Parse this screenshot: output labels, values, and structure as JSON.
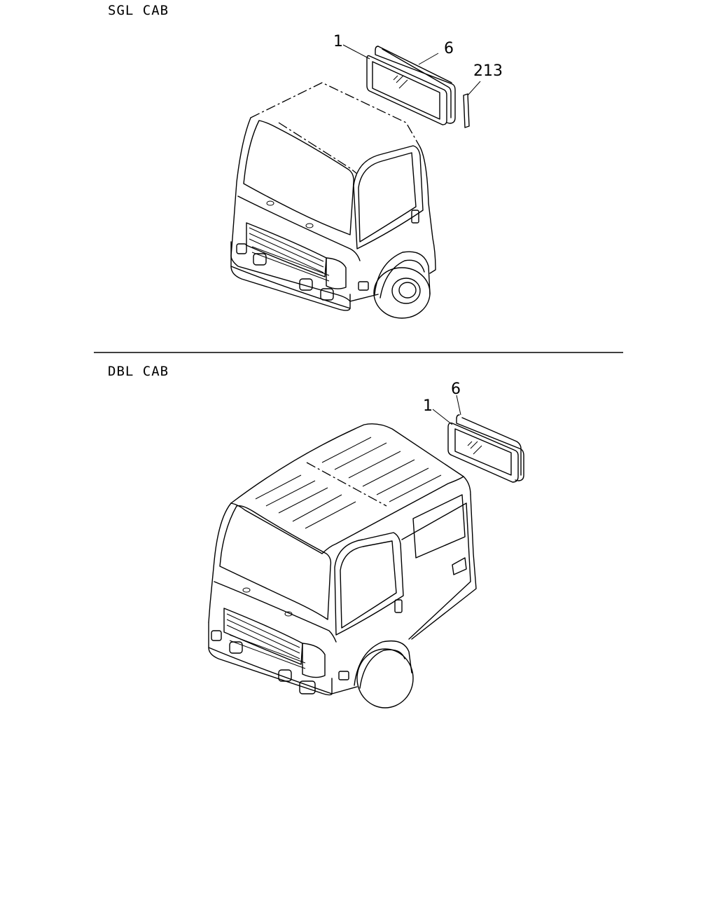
{
  "sections": [
    {
      "title": "SGL CAB",
      "callouts": [
        "1",
        "6",
        "213"
      ]
    },
    {
      "title": "DBL CAB",
      "callouts": [
        "1",
        "6"
      ]
    }
  ],
  "icons": {
    "truck_single": "single-cab-truck-illustration",
    "truck_double": "double-cab-truck-illustration",
    "glass_panel": "window-glass-part-icon",
    "seal_frame": "window-seal-part-icon",
    "strip": "molding-strip-part-icon"
  }
}
